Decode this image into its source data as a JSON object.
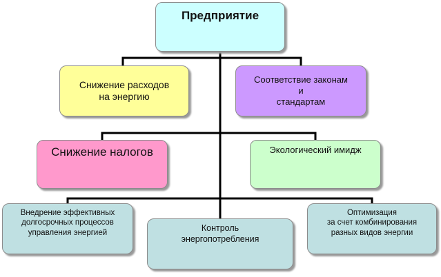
{
  "diagram": {
    "root": {
      "label": "Предприятие"
    },
    "nodes": [
      {
        "id": "n1",
        "label": "Снижение расходов\nна энергию"
      },
      {
        "id": "n2",
        "label": "Соответствие законам\nи\nстандартам"
      },
      {
        "id": "n3",
        "label": "Снижение налогов"
      },
      {
        "id": "n4",
        "label": "Экологический имидж"
      },
      {
        "id": "n5",
        "label": "Внедрение эффективных\nдолгосрочных процессов\nуправления энергией"
      },
      {
        "id": "n6",
        "label": "Контроль\nэнергопотребления"
      },
      {
        "id": "n7",
        "label": "Оптимизация\nза счет комбинирования\nразных видов энергии"
      }
    ],
    "colors": {
      "root": "#ccffff",
      "n1": "#ffff99",
      "n2": "#cc99ff",
      "n3": "#ff99cc",
      "n4": "#ccffcc",
      "bottom": "#bfe0e2",
      "connector": "#000000"
    }
  }
}
